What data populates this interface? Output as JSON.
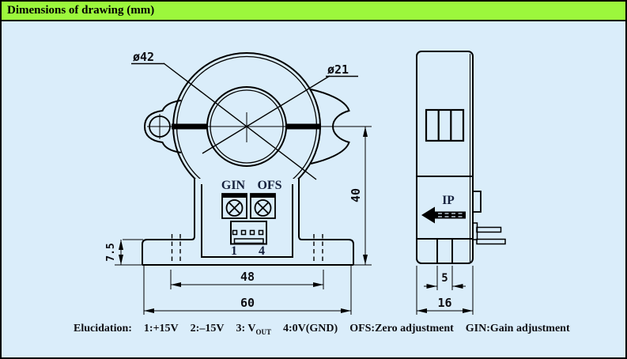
{
  "window": {
    "title": "Dimensions of drawing (mm)"
  },
  "colors": {
    "title_bar_bg": "#9CF73C",
    "canvas_bg": "#DAEDFA",
    "line_color": "#000000",
    "label_color": "#15203C"
  },
  "front_view": {
    "outer_diameter_label": "ø42",
    "inner_diameter_label": "ø21",
    "gain_pot_label": "GIN",
    "offset_pot_label": "OFS",
    "pin_first_label": "1",
    "pin_last_label": "4",
    "dim_height": "40",
    "dim_body_width": "48",
    "dim_base_width": "60",
    "dim_base_height": "7.5"
  },
  "side_view": {
    "primary_current_label": "IP",
    "dim_slot_width": "5",
    "dim_depth": "16"
  },
  "elucidation": {
    "label": "Elucidation:",
    "items": [
      {
        "text": "1:+15V"
      },
      {
        "text": "2:–15V"
      },
      {
        "text": "3: V",
        "sub": "OUT"
      },
      {
        "text": "4:0V(GND)"
      },
      {
        "text": "OFS:Zero adjustment"
      },
      {
        "text": "GIN:Gain adjustment"
      }
    ]
  }
}
